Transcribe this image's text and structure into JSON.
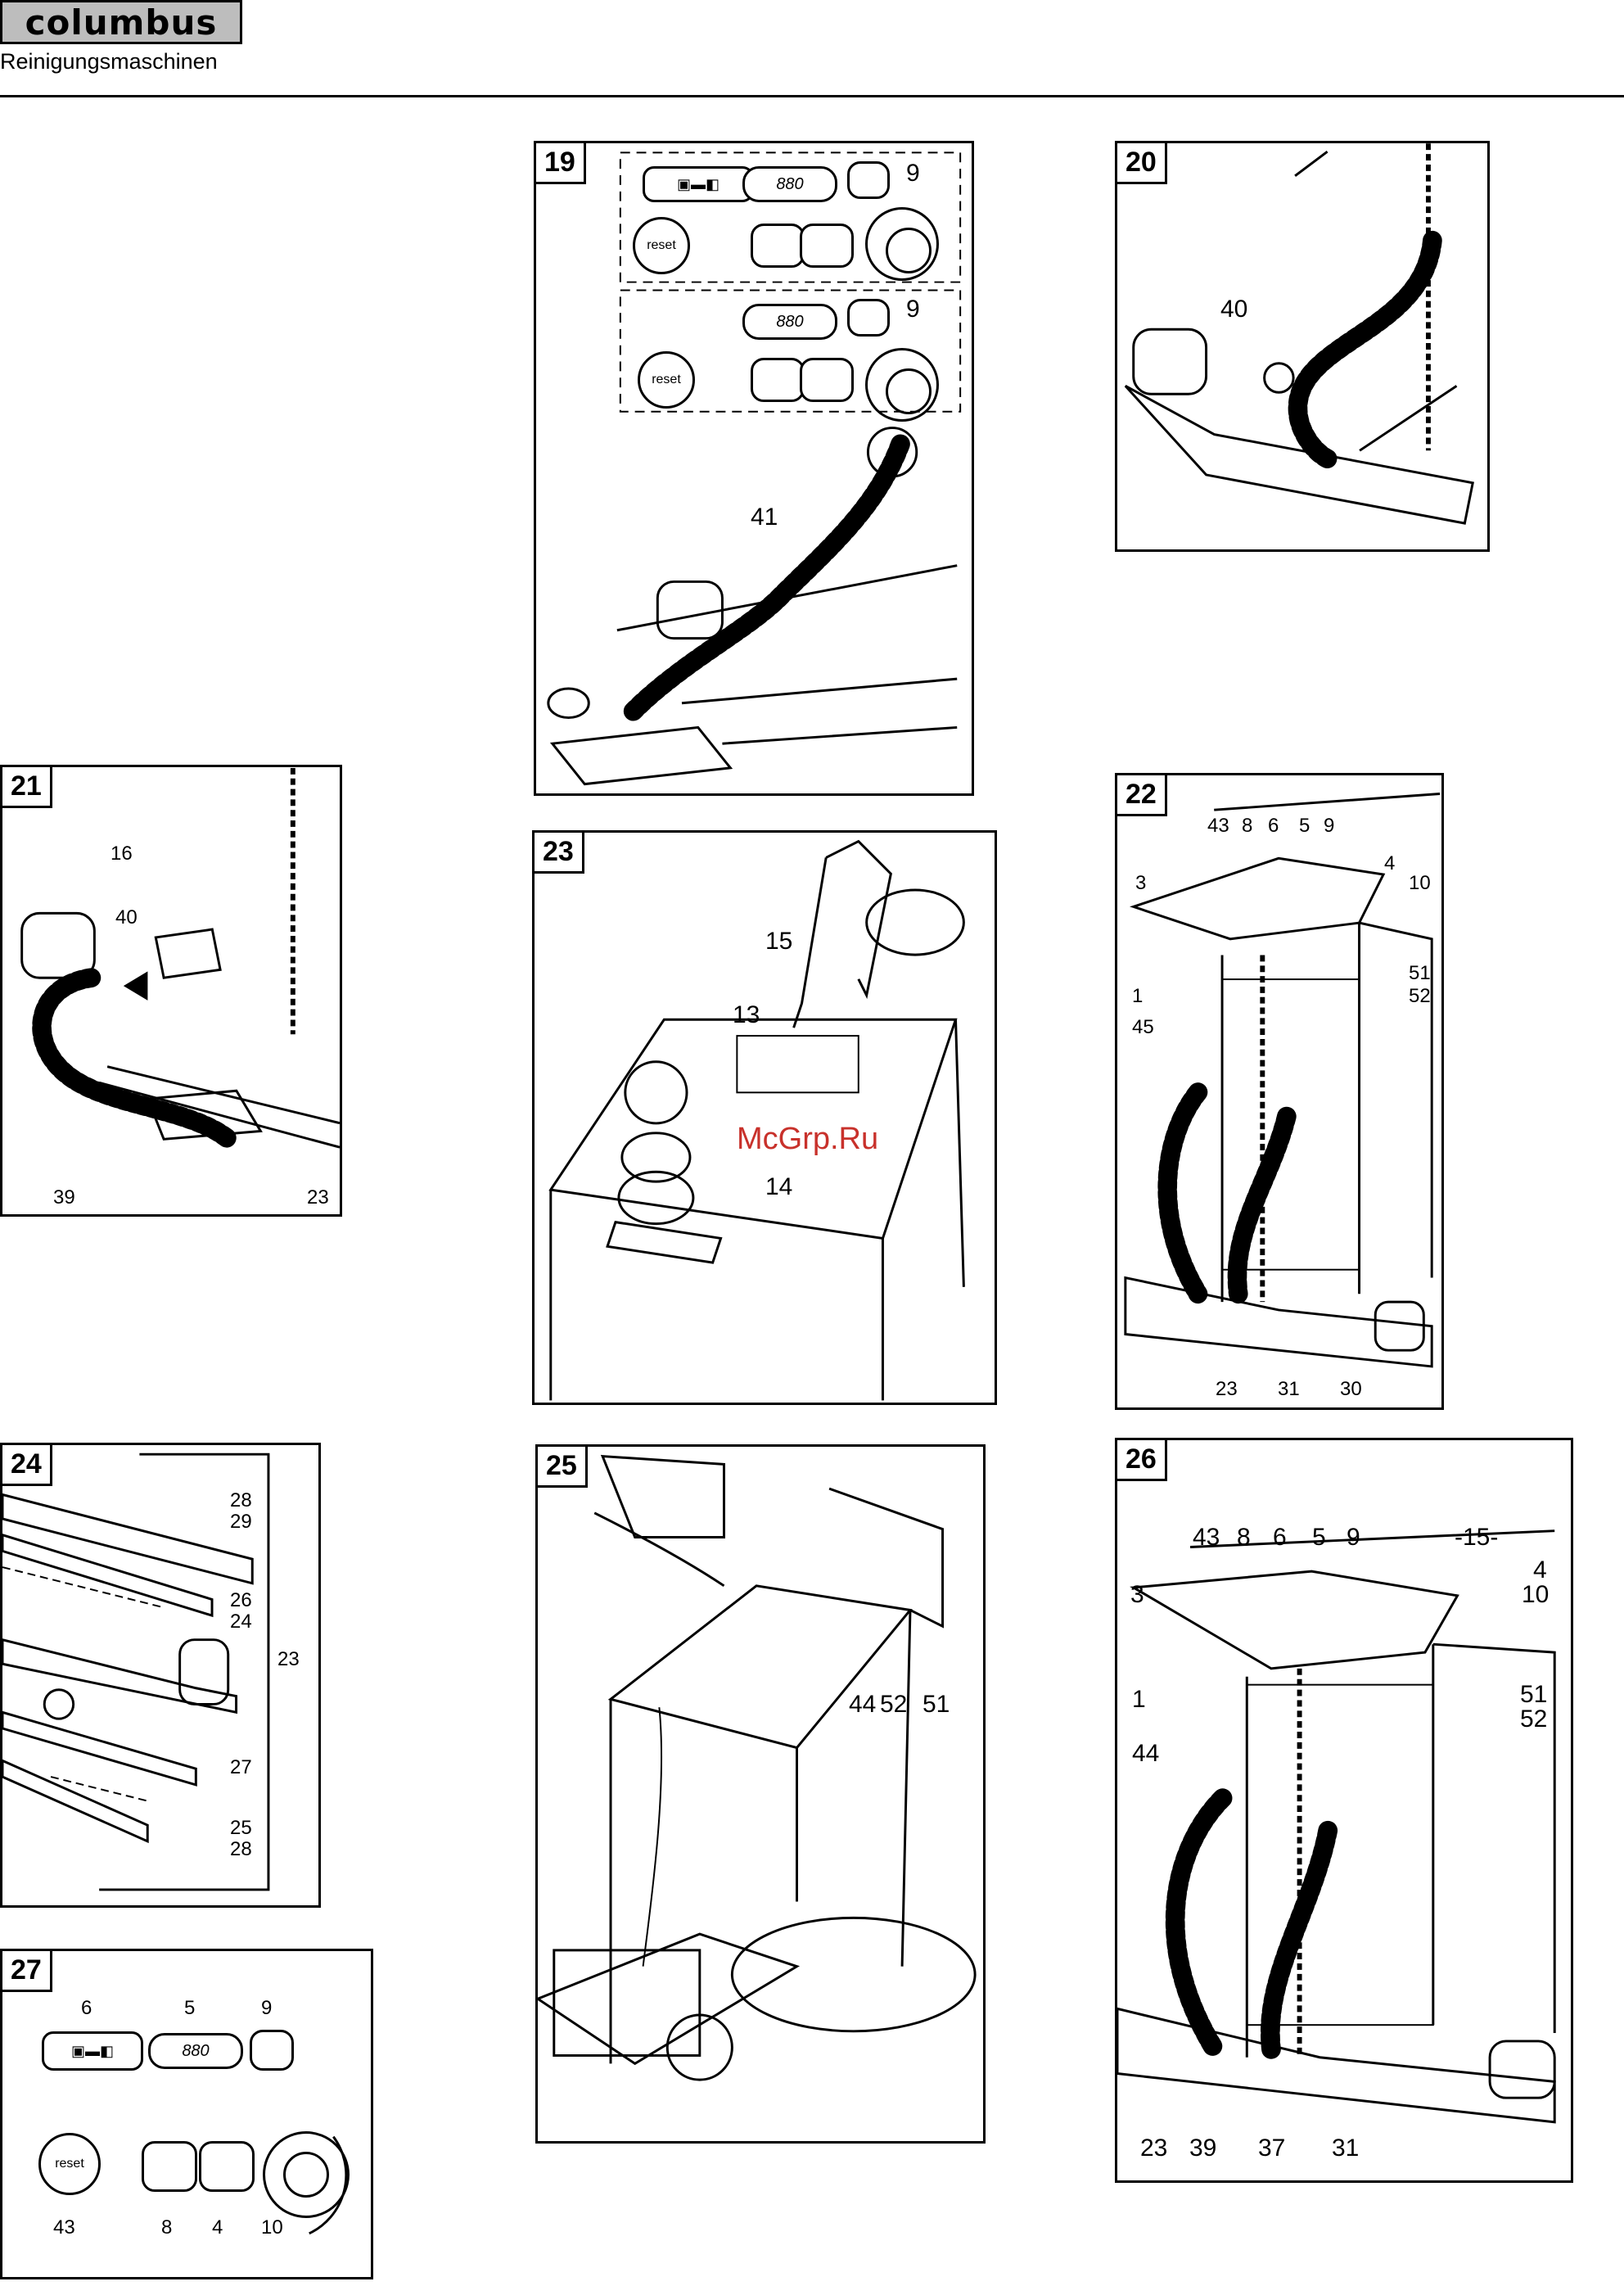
{
  "header": {
    "brand": "columbus",
    "subtitle": "Reinigungsmaschinen"
  },
  "watermark": "McGrp.Ru",
  "figures": {
    "f19": {
      "num": "19",
      "l9a": "9",
      "l9b": "9",
      "l41": "41",
      "display": "880",
      "reset": "reset"
    },
    "f20": {
      "num": "20",
      "l40": "40"
    },
    "f21": {
      "num": "21",
      "l16": "16",
      "l40": "40",
      "l39": "39",
      "l23": "23"
    },
    "f22": {
      "num": "22",
      "l43": "43",
      "l8": "8",
      "l6": "6",
      "l5": "5",
      "l9": "9",
      "l4": "4",
      "l3": "3",
      "l10": "10",
      "l51": "51",
      "l52": "52",
      "l1": "1",
      "l45": "45",
      "l23": "23",
      "l31": "31",
      "l30": "30"
    },
    "f23": {
      "num": "23",
      "l15": "15",
      "l13": "13",
      "l14": "14"
    },
    "f24": {
      "num": "24",
      "l28a": "28",
      "l29": "29",
      "l26": "26",
      "l24": "24",
      "l23": "23",
      "l27": "27",
      "l25": "25",
      "l28b": "28"
    },
    "f25": {
      "num": "25",
      "l44": "44",
      "l52": "52",
      "l51": "51"
    },
    "f26": {
      "num": "26",
      "l43": "43",
      "l8": "8",
      "l6": "6",
      "l5": "5",
      "l9": "9",
      "l15": "-15-",
      "l4": "4",
      "l3": "3",
      "l10": "10",
      "l51": "51",
      "l52": "52",
      "l1": "1",
      "l44": "44",
      "l23": "23",
      "l39": "39",
      "l37": "37",
      "l31": "31"
    },
    "f27": {
      "num": "27",
      "l6": "6",
      "l5": "5",
      "l9": "9",
      "l43": "43",
      "l8": "8",
      "l4": "4",
      "l10": "10",
      "display": "880",
      "reset": "reset"
    }
  }
}
